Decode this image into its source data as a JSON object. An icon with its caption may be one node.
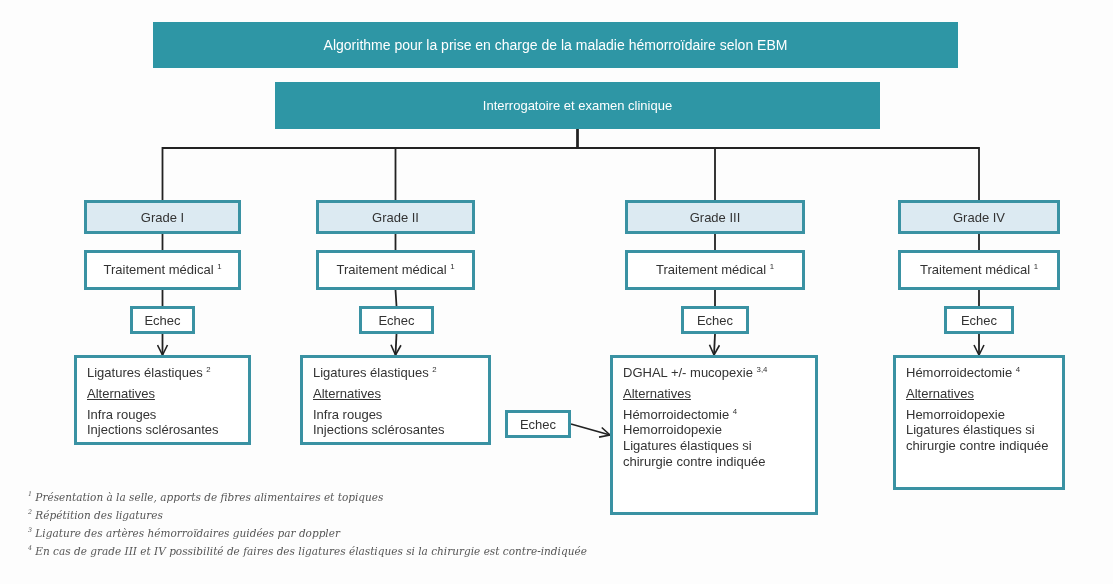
{
  "diagram": {
    "title": "Algorithme pour la prise en charge de la maladie hémorroïdaire selon EBM",
    "nodes": [
      {
        "text": [
          "Interrogatoire et examen clinique"
        ]
      },
      {
        "text": [
          "Grade I"
        ]
      },
      {
        "text": [
          "Traitement médical $^{1}$"
        ]
      },
      {
        "text": [
          "Echec"
        ]
      },
      {
        "text": [
          "Ligatures élastiques $^{2}$",
          "Alternatives",
          "Infra rouges",
          "Injections sclérosantes"
        ]
      },
      {
        "text": [
          "Grade II"
        ]
      },
      {
        "text": [
          "Traitement médical $^{1}$"
        ]
      },
      {
        "text": [
          "Echec"
        ]
      },
      {
        "text": [
          "Ligatures élastiques $^{2}$",
          "Alternatives",
          "Infra rouges",
          "Injections sclérosantes"
        ]
      },
      {
        "text": [
          "Echec"
        ]
      },
      {
        "text": [
          "Grade III"
        ]
      },
      {
        "text": [
          "Traitement médical $^{1}$"
        ]
      },
      {
        "text": [
          "Echec"
        ]
      },
      {
        "text": [
          "DGHAL +/- mucopexie $^{3,4}$",
          "Alternatives",
          "Hémorroidectomie $^{4}$",
          "Hemorroidopexie",
          "Ligatures élastiques si chirurgie contre indiquée"
        ]
      },
      {
        "text": [
          "Grade IV"
        ]
      },
      {
        "text": [
          "Traitement médical $^{1}$"
        ]
      },
      {
        "text": [
          "Echec"
        ]
      },
      {
        "text": [
          "Hémorroidectomie $^{4}$",
          "Alternatives",
          "Hemorroidopexie",
          "Ligatures élastiques si chirurgie contre indiquée"
        ]
      }
    ],
    "edges": [
      {
        "from": 0,
        "to": 1,
        "arrow": "none"
      },
      {
        "from": 0,
        "to": 5,
        "arrow": "none"
      },
      {
        "from": 0,
        "to": 10,
        "arrow": "none"
      },
      {
        "from": 0,
        "to": 14,
        "arrow": "none"
      },
      {
        "from": 1,
        "to": 2,
        "arrow": "none"
      },
      {
        "from": 2,
        "to": 3,
        "arrow": "none"
      },
      {
        "from": 3,
        "to": 4,
        "arrow": "to"
      },
      {
        "from": 5,
        "to": 6,
        "arrow": "none"
      },
      {
        "from": 6,
        "to": 7,
        "arrow": "none"
      },
      {
        "from": 7,
        "to": 8,
        "arrow": "to"
      },
      {
        "from": 10,
        "to": 11,
        "arrow": "none"
      },
      {
        "from": 11,
        "to": 12,
        "arrow": "none"
      },
      {
        "from": 12,
        "to": 13,
        "arrow": "to"
      },
      {
        "from": 14,
        "to": 15,
        "arrow": "none"
      },
      {
        "from": 15,
        "to": 16,
        "arrow": "none"
      },
      {
        "from": 16,
        "to": 17,
        "arrow": "to"
      },
      {
        "from": 9,
        "to": 13,
        "arrow": "to"
      }
    ],
    "labels": [
      "$^{1}$ Présentation à la selle, apports de fibres alimentaires et topiques",
      "$^{2}$ Répétition des ligatures",
      "$^{3}$ Ligature des artères hémorroïdaires guidées par doppler",
      "$^{4}$ En cas de grade III et IV possibilité de faires des ligatures élastiques si la chirurgie est contre-indiquée"
    ]
  }
}
